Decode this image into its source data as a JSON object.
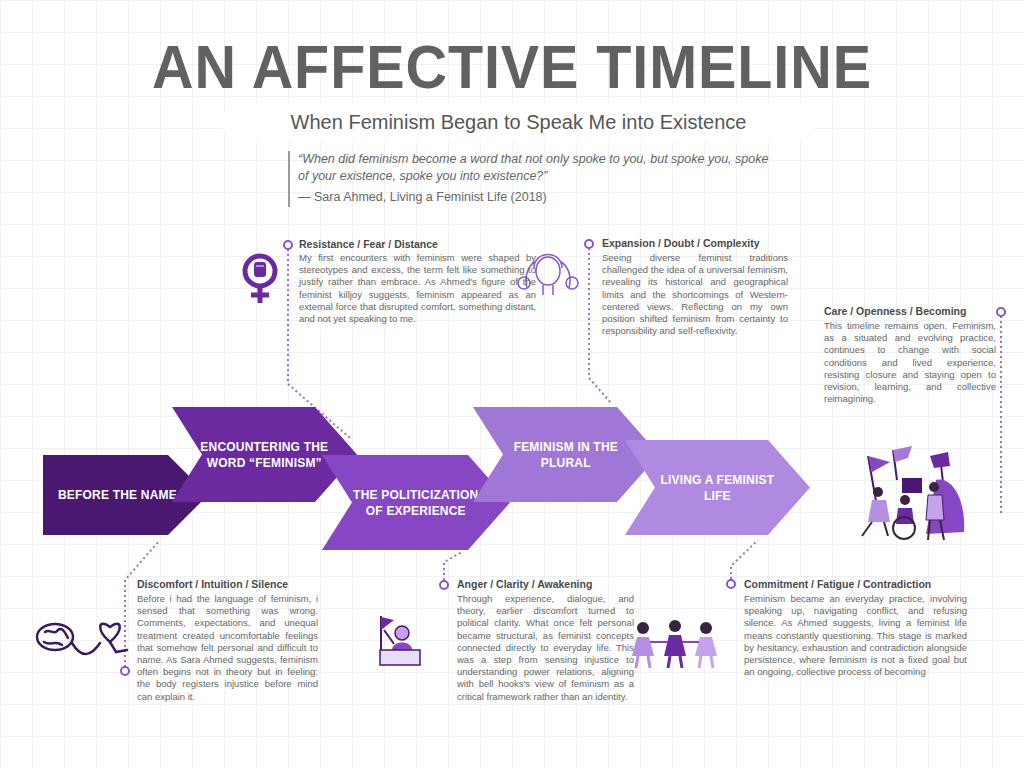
{
  "diagram": {
    "title": "AN AFFECTIVE TIMELINE",
    "nodes": [
      {
        "text": [
          "When Feminism Began to Speak Me into Existence"
        ]
      },
      {
        "text": [
          "BEFORE THE NAME"
        ]
      },
      {
        "text": [
          "ENCOUNTERING THE WORD “FEMINISM”"
        ]
      },
      {
        "text": [
          "THE POLITICIZATION OF EXPERIENCE"
        ]
      },
      {
        "text": [
          "FEMINISM IN THE PLURAL"
        ]
      },
      {
        "text": [
          "LIVING A FEMINIST LIFE"
        ]
      }
    ],
    "labels": [
      "“When did feminism become a word that not only spoke to you, but spoke you, spoke of your existence, spoke you into existence?”",
      "— Sara Ahmed, Living a Feminist Life (2018)",
      "Resistance / Fear / Distance",
      "My first encounters with feminism were shaped by stereotypes and excess, the term felt like something to justify rather than embrace. As Ahmed's figure of the feminist killjoy suggests, feminism appeared as an external force that disrupted comfort, something distant, and not yet speaking to me.",
      "Expansion / Doubt / Complexity",
      "Seeing diverse feminist traditions challenged the idea of a universal feminism, revealing its historical and geographical limits and the shortcomings of Western-centered views. Reflecting on my own position shifted feminism from certainty to responsibility and self-reflexivity.",
      "Care / Openness / Becoming",
      "This timeline remains open. Feminism, as a situated and evolving practice, continues to change with social conditions and lived experience, resisting closure and staying open to revision, learning, and collective reimagining.",
      "Discomfort / Intuition / Silence",
      "Before i had the language of feminism, i sensed that something was wrong. Comments, expectations, and unequal treatment created uncomfortable feelings that somehow felt personal and difficult to name. As Sara Ahmed suggests, feminism often begins not in theory but in feeling: the body registers injustice before mind can explain it.",
      "Anger / Clarity / Awakening",
      "Through experience, dialogue, and theory, earlier discomfort turned to political clarity. What once felt personal became structural, as feminist concepts connected directly to everyday life. This was a step from sensing injustice to understanding power relations, aligning with bell hooks's view of feminism as a critical framework rather than an identity.",
      "Commitment / Fatigue / Contradiction",
      "Feminism became an everyday practice, involving speaking up, navigating conflict, and refusing silence. As Ahmed suggests, living a feminist life means constantly questioning. This stage is marked by hesitancy, exhaustion and contradiction alongside persistence, where feminism is not a fixed goal but an ongoing, collective process of becoming"
    ]
  }
}
